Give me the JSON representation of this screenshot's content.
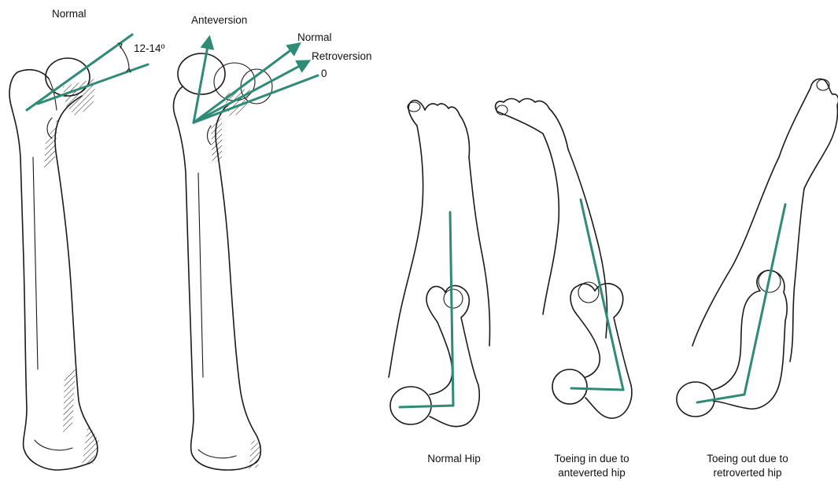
{
  "colors": {
    "axis": "#2e8b76",
    "ink": "#1a1a1a"
  },
  "femur_normal": {
    "title": "Normal",
    "angle_label": "12-14º"
  },
  "femur_versions": {
    "anteversion": "Anteversion",
    "normal": "Normal",
    "retroversion": "Retroversion",
    "zero": "0"
  },
  "legs": {
    "normal_hip": {
      "line1": "Normal Hip",
      "line2": ""
    },
    "anteverted": {
      "line1": "Toeing in due to",
      "line2": "anteverted hip"
    },
    "retroverted": {
      "line1": "Toeing out due to",
      "line2": "retroverted hip"
    }
  }
}
